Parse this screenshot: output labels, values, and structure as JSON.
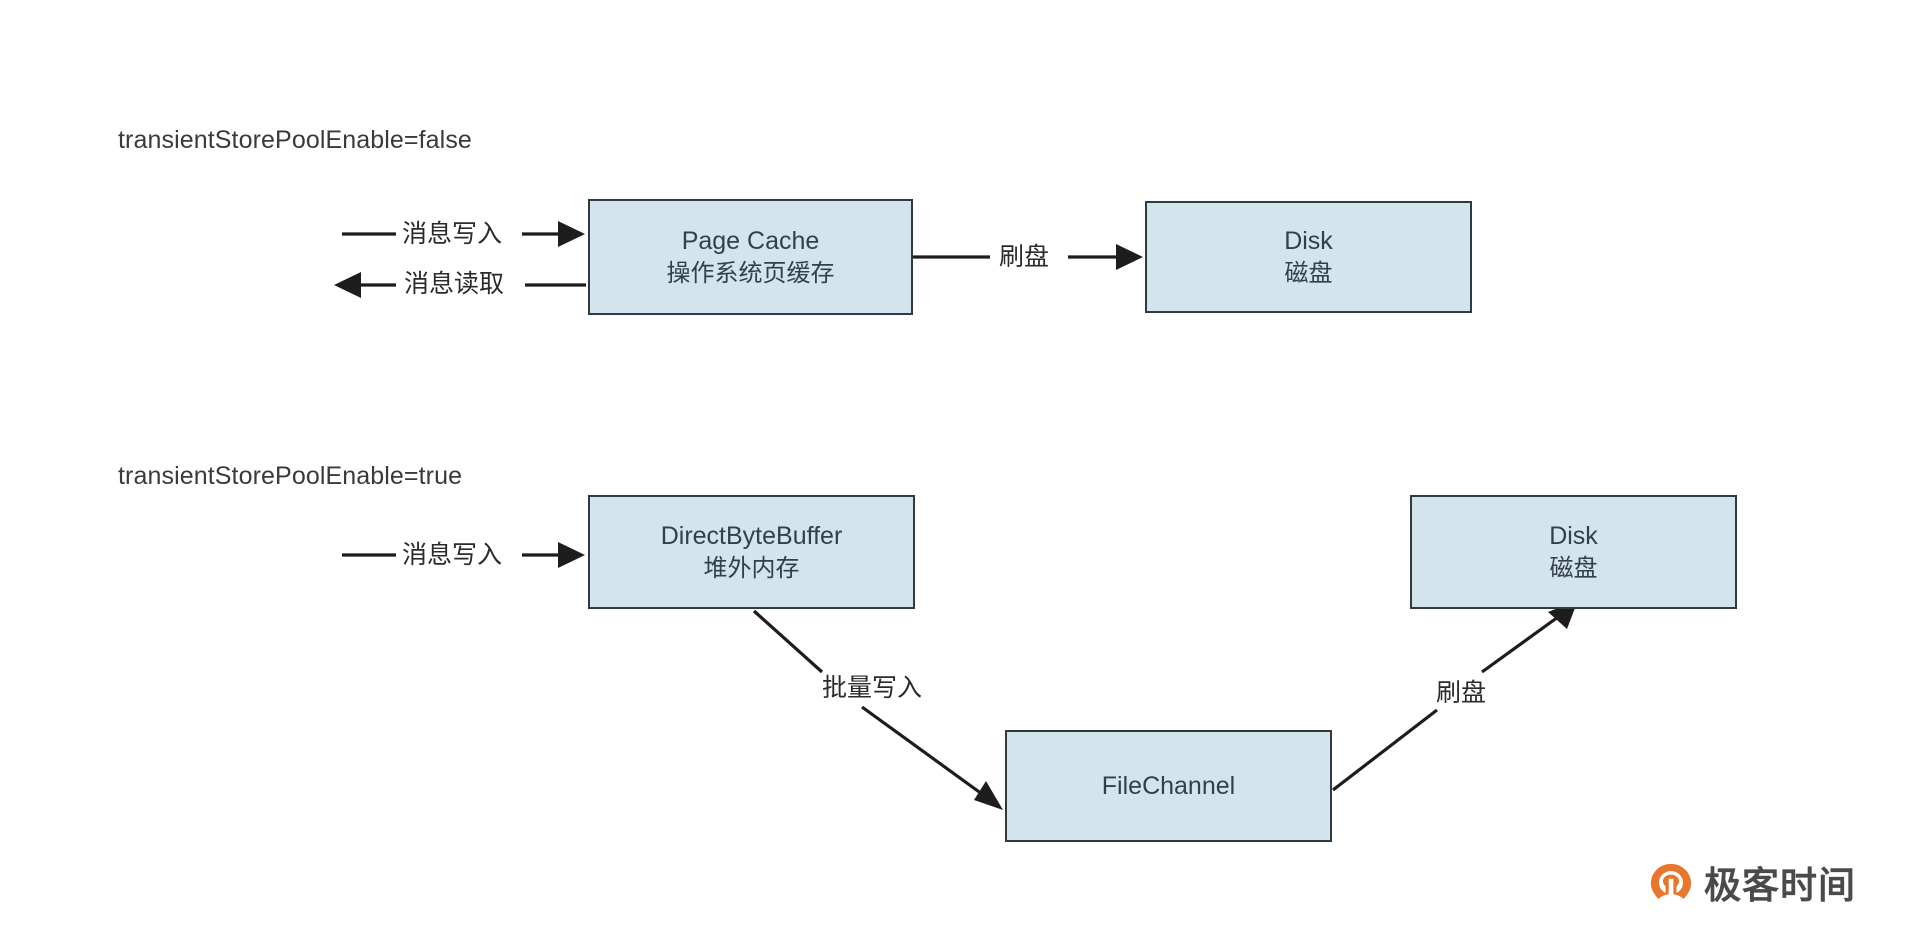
{
  "diagram": {
    "title_sections": [
      {
        "id": "false-case",
        "caption": "transientStorePoolEnable=false"
      },
      {
        "id": "true-case",
        "caption": "transientStorePoolEnable=true"
      }
    ],
    "colors": {
      "box_fill": "#d4e4ec",
      "box_border": "#2f3a41",
      "edge": "#1d1d1d",
      "text": "#2b2b2b",
      "logo_orange": "#e8772b"
    },
    "nodes": [
      {
        "id": "page-cache",
        "line_en": "Page Cache",
        "line_cn": "操作系统页缓存"
      },
      {
        "id": "disk-top",
        "line_en": "Disk",
        "line_cn": "磁盘"
      },
      {
        "id": "direct-buffer",
        "line_en": "DirectByteBuffer",
        "line_cn": "堆外内存"
      },
      {
        "id": "disk-bottom",
        "line_en": "Disk",
        "line_cn": "磁盘"
      },
      {
        "id": "file-channel",
        "line_en": "FileChannel",
        "line_cn": ""
      }
    ],
    "edges": [
      {
        "id": "write-top",
        "label": "消息写入",
        "from": "external",
        "to": "page-cache"
      },
      {
        "id": "read-top",
        "label": "消息读取",
        "from": "page-cache",
        "to": "external"
      },
      {
        "id": "flush-top",
        "label": "刷盘",
        "from": "page-cache",
        "to": "disk-top"
      },
      {
        "id": "write-bottom",
        "label": "消息写入",
        "from": "external",
        "to": "direct-buffer"
      },
      {
        "id": "batch-write",
        "label": "批量写入",
        "from": "direct-buffer",
        "to": "file-channel"
      },
      {
        "id": "flush-bottom",
        "label": "刷盘",
        "from": "file-channel",
        "to": "disk-bottom"
      }
    ]
  },
  "watermark": {
    "text": "极客时间"
  }
}
